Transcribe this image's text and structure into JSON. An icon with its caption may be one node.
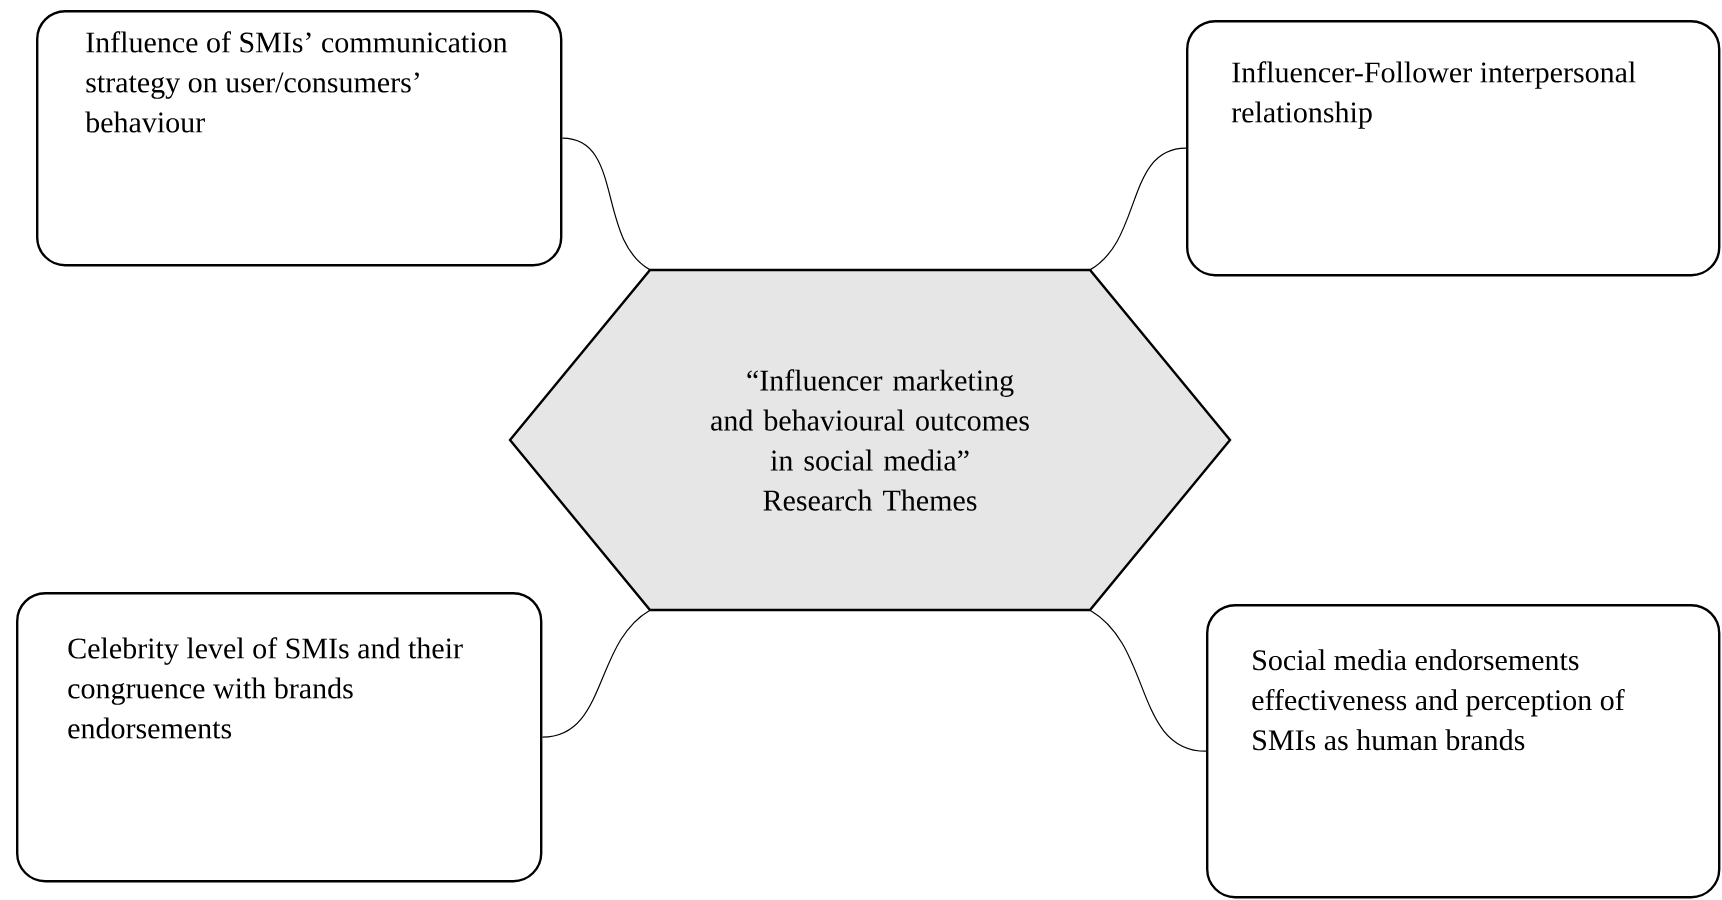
{
  "diagram": {
    "nodes": [
      {
        "text": [
          "“Influencer marketing and behavioural outcomes in social media”",
          "Research Themes"
        ]
      },
      {
        "text": [
          "Influence of SMIs’ communication strategy on user/consumers’ behaviour"
        ]
      },
      {
        "text": [
          "Influencer-Follower interpersonal relationship"
        ]
      },
      {
        "text": [
          "Celebrity level of SMIs and their congruence with brands endorsements"
        ]
      },
      {
        "text": [
          "Social media endorsements effectiveness and perception of SMIs as human brands"
        ]
      }
    ],
    "edges": [
      {
        "from": 0,
        "to": 1,
        "arrow": "none"
      },
      {
        "from": 0,
        "to": 2,
        "arrow": "none"
      },
      {
        "from": 0,
        "to": 3,
        "arrow": "none"
      },
      {
        "from": 0,
        "to": 4,
        "arrow": "none"
      }
    ]
  }
}
